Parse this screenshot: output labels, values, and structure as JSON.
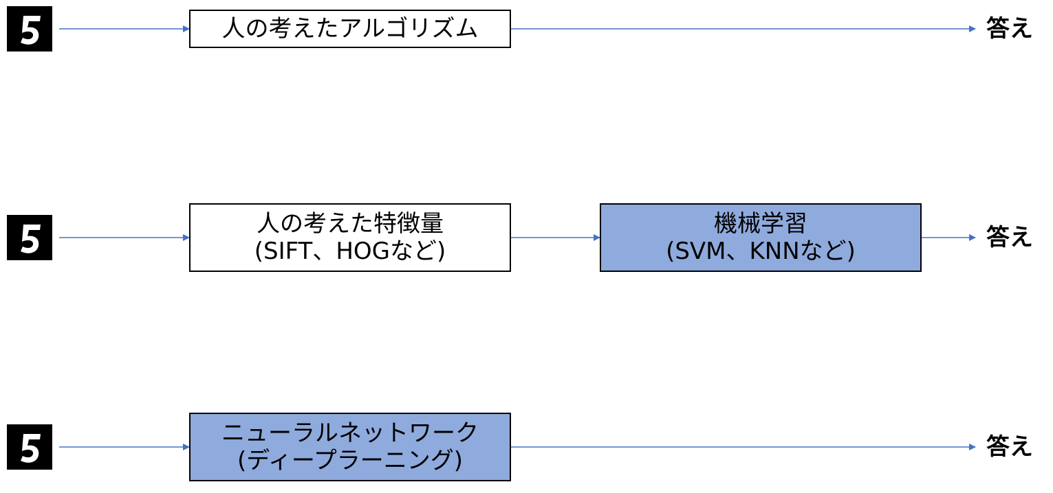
{
  "colors": {
    "arrow": "#4472c4",
    "box_fill_blue": "#8faadc",
    "box_fill_white": "#ffffff",
    "box_border": "#000000"
  },
  "rows": [
    {
      "input_icon": "handwritten-digit-5-icon",
      "boxes": [
        {
          "lines": [
            "人の考えたアルゴリズム"
          ],
          "style": "white"
        }
      ],
      "output": "答え"
    },
    {
      "input_icon": "handwritten-digit-5-icon",
      "boxes": [
        {
          "lines": [
            "人の考えた特徴量",
            "(SIFT、HOGなど)"
          ],
          "style": "white"
        },
        {
          "lines": [
            "機械学習",
            "(SVM、KNNなど)"
          ],
          "style": "blue"
        }
      ],
      "output": "答え"
    },
    {
      "input_icon": "handwritten-digit-5-icon",
      "boxes": [
        {
          "lines": [
            "ニューラルネットワーク",
            "(ディープラーニング)"
          ],
          "style": "blue"
        }
      ],
      "output": "答え"
    }
  ]
}
